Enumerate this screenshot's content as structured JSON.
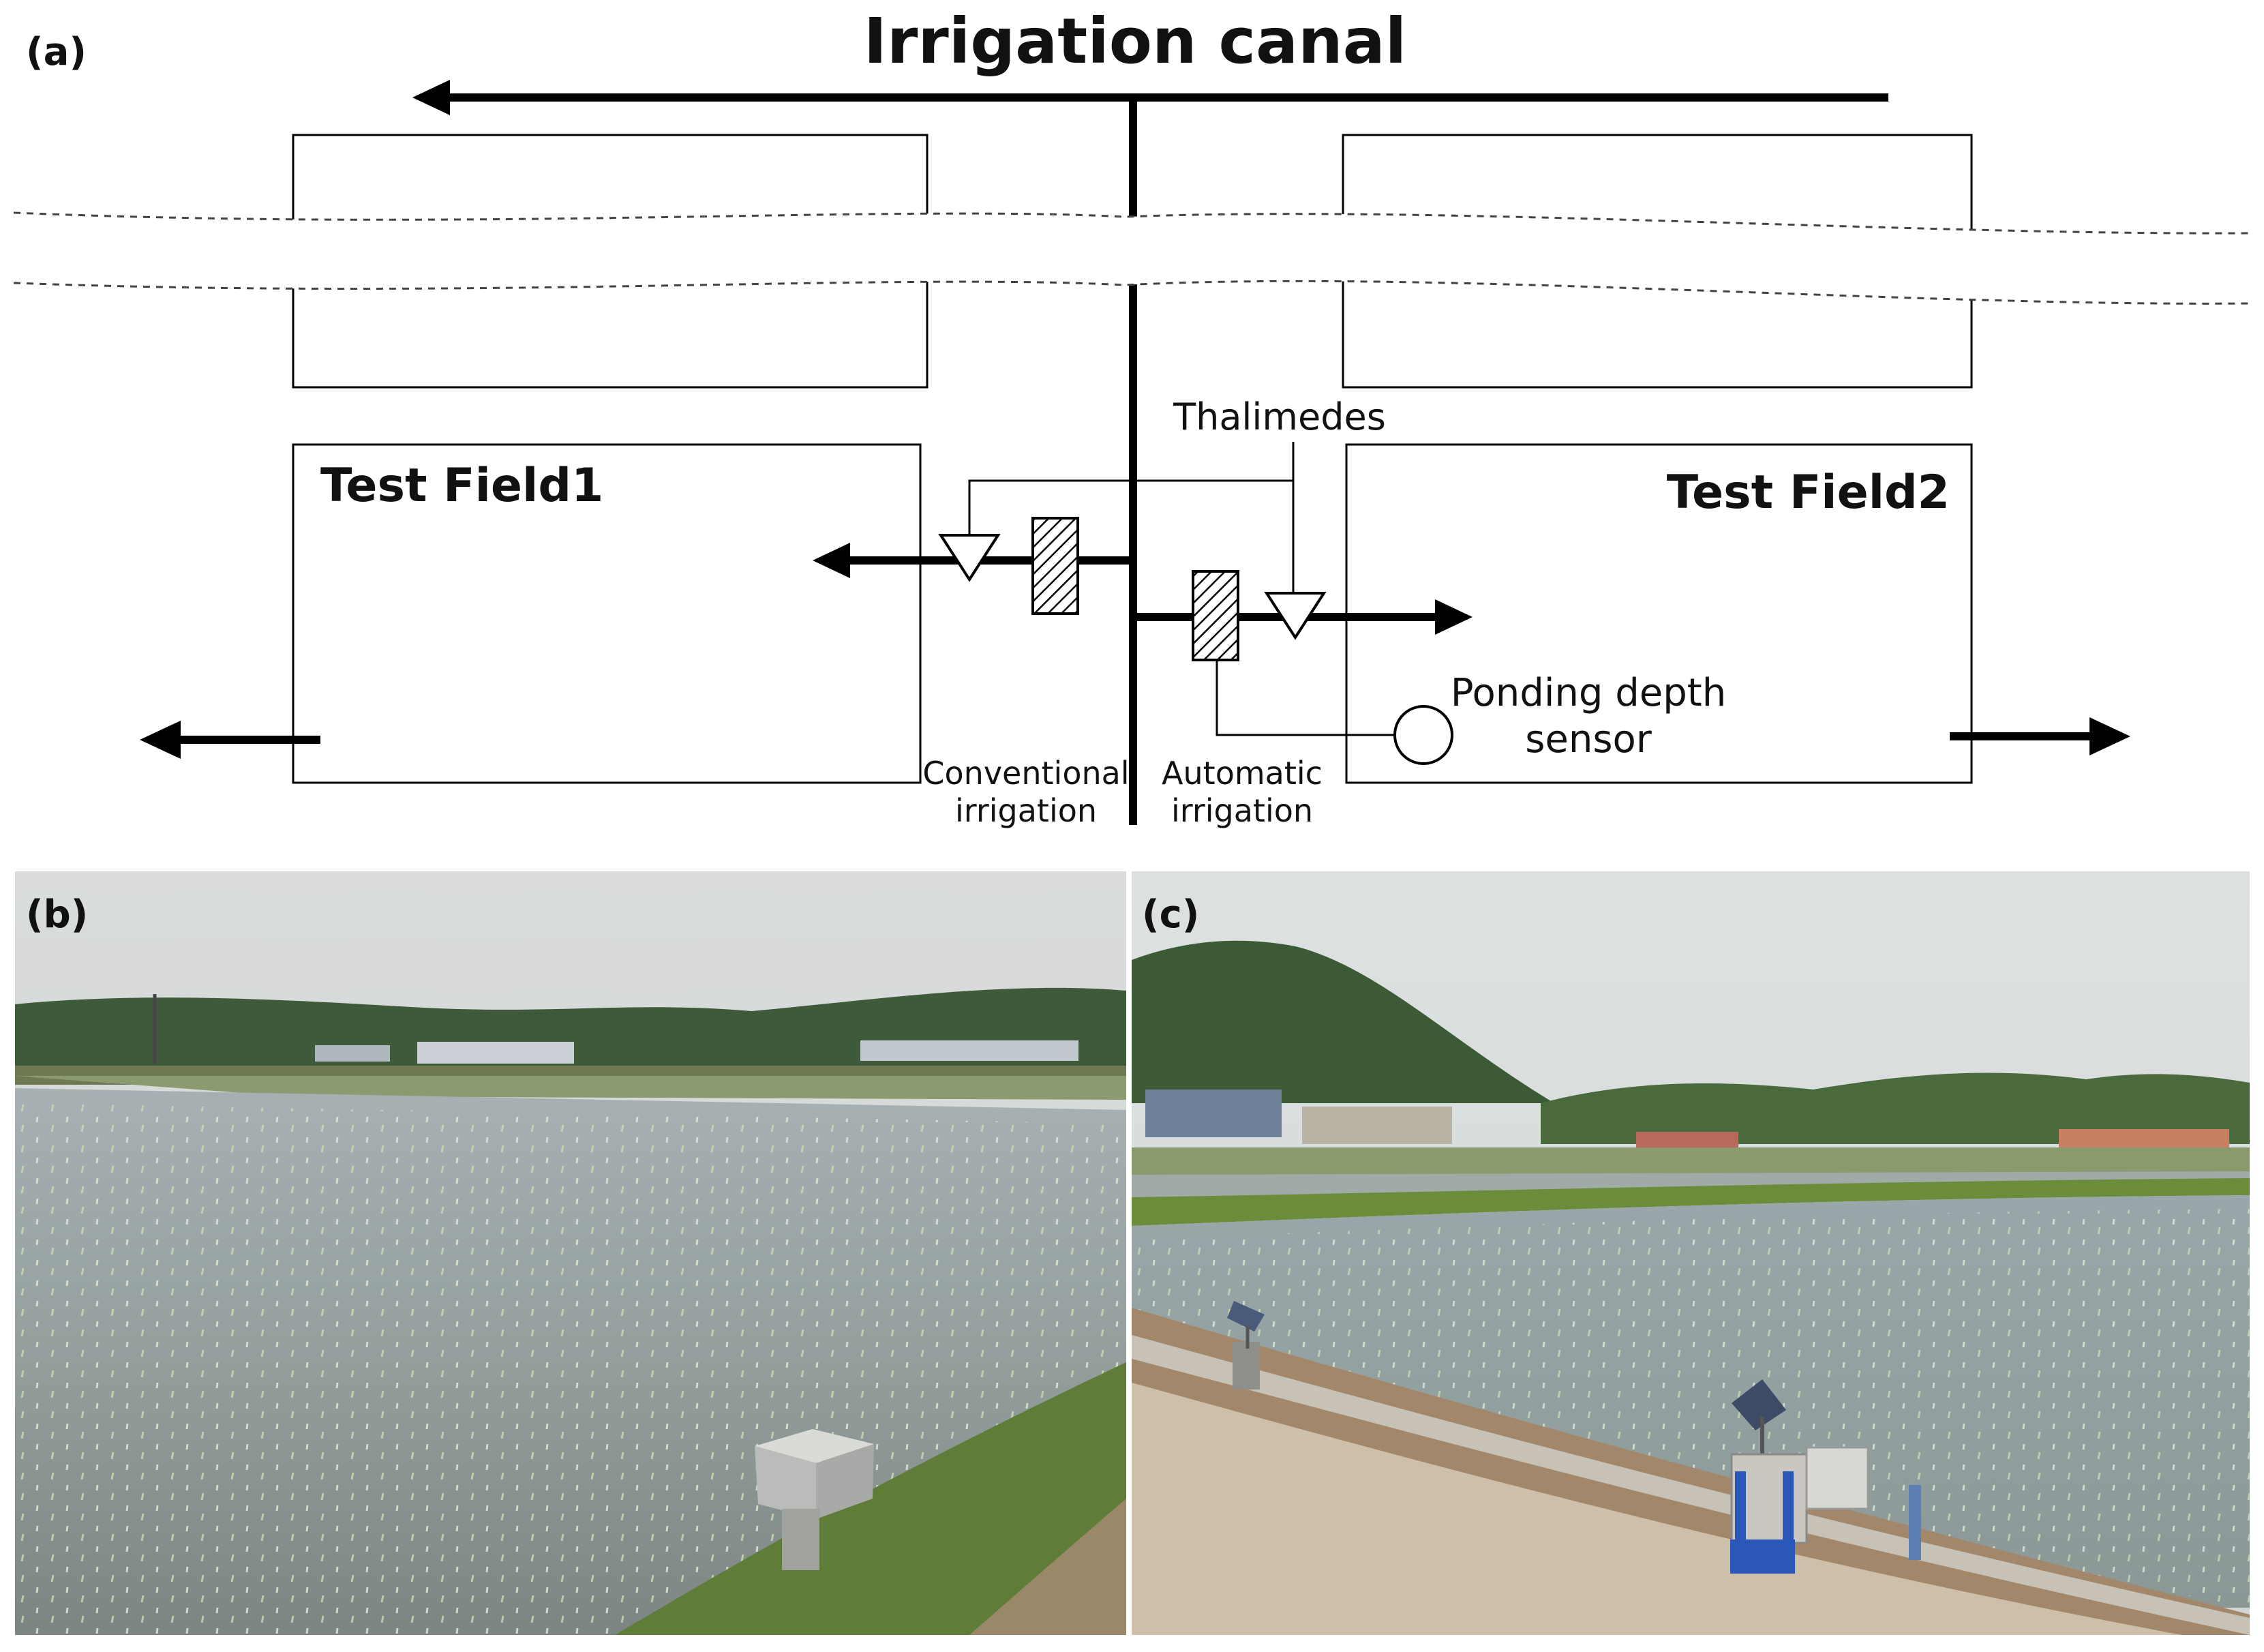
{
  "panel_labels": {
    "a": "(a)",
    "b": "(b)",
    "c": "(c)"
  },
  "diagram": {
    "title": "Irrigation canal",
    "test_field_1": "Test Field1",
    "test_field_2": "Test Field2",
    "thalimedes": "Thalimedes",
    "ponding_sensor_line1": "Ponding depth",
    "ponding_sensor_line2": "sensor",
    "conventional_line1": "Conventional",
    "conventional_line2": "irrigation",
    "automatic_line1": "Automatic",
    "automatic_line2": "irrigation"
  },
  "photos": {
    "b_subject": "rice-paddy-with-gauge-box",
    "c_subject": "rice-paddy-with-automatic-gate-and-solar-panels"
  },
  "colors": {
    "line": "#000000",
    "sky": "#d7dbd9",
    "hills": "#3f5a3b",
    "water": "#8c9aa0",
    "grass": "#6e8f45",
    "soil": "#b89a78",
    "gate_blue": "#2b58b8"
  }
}
